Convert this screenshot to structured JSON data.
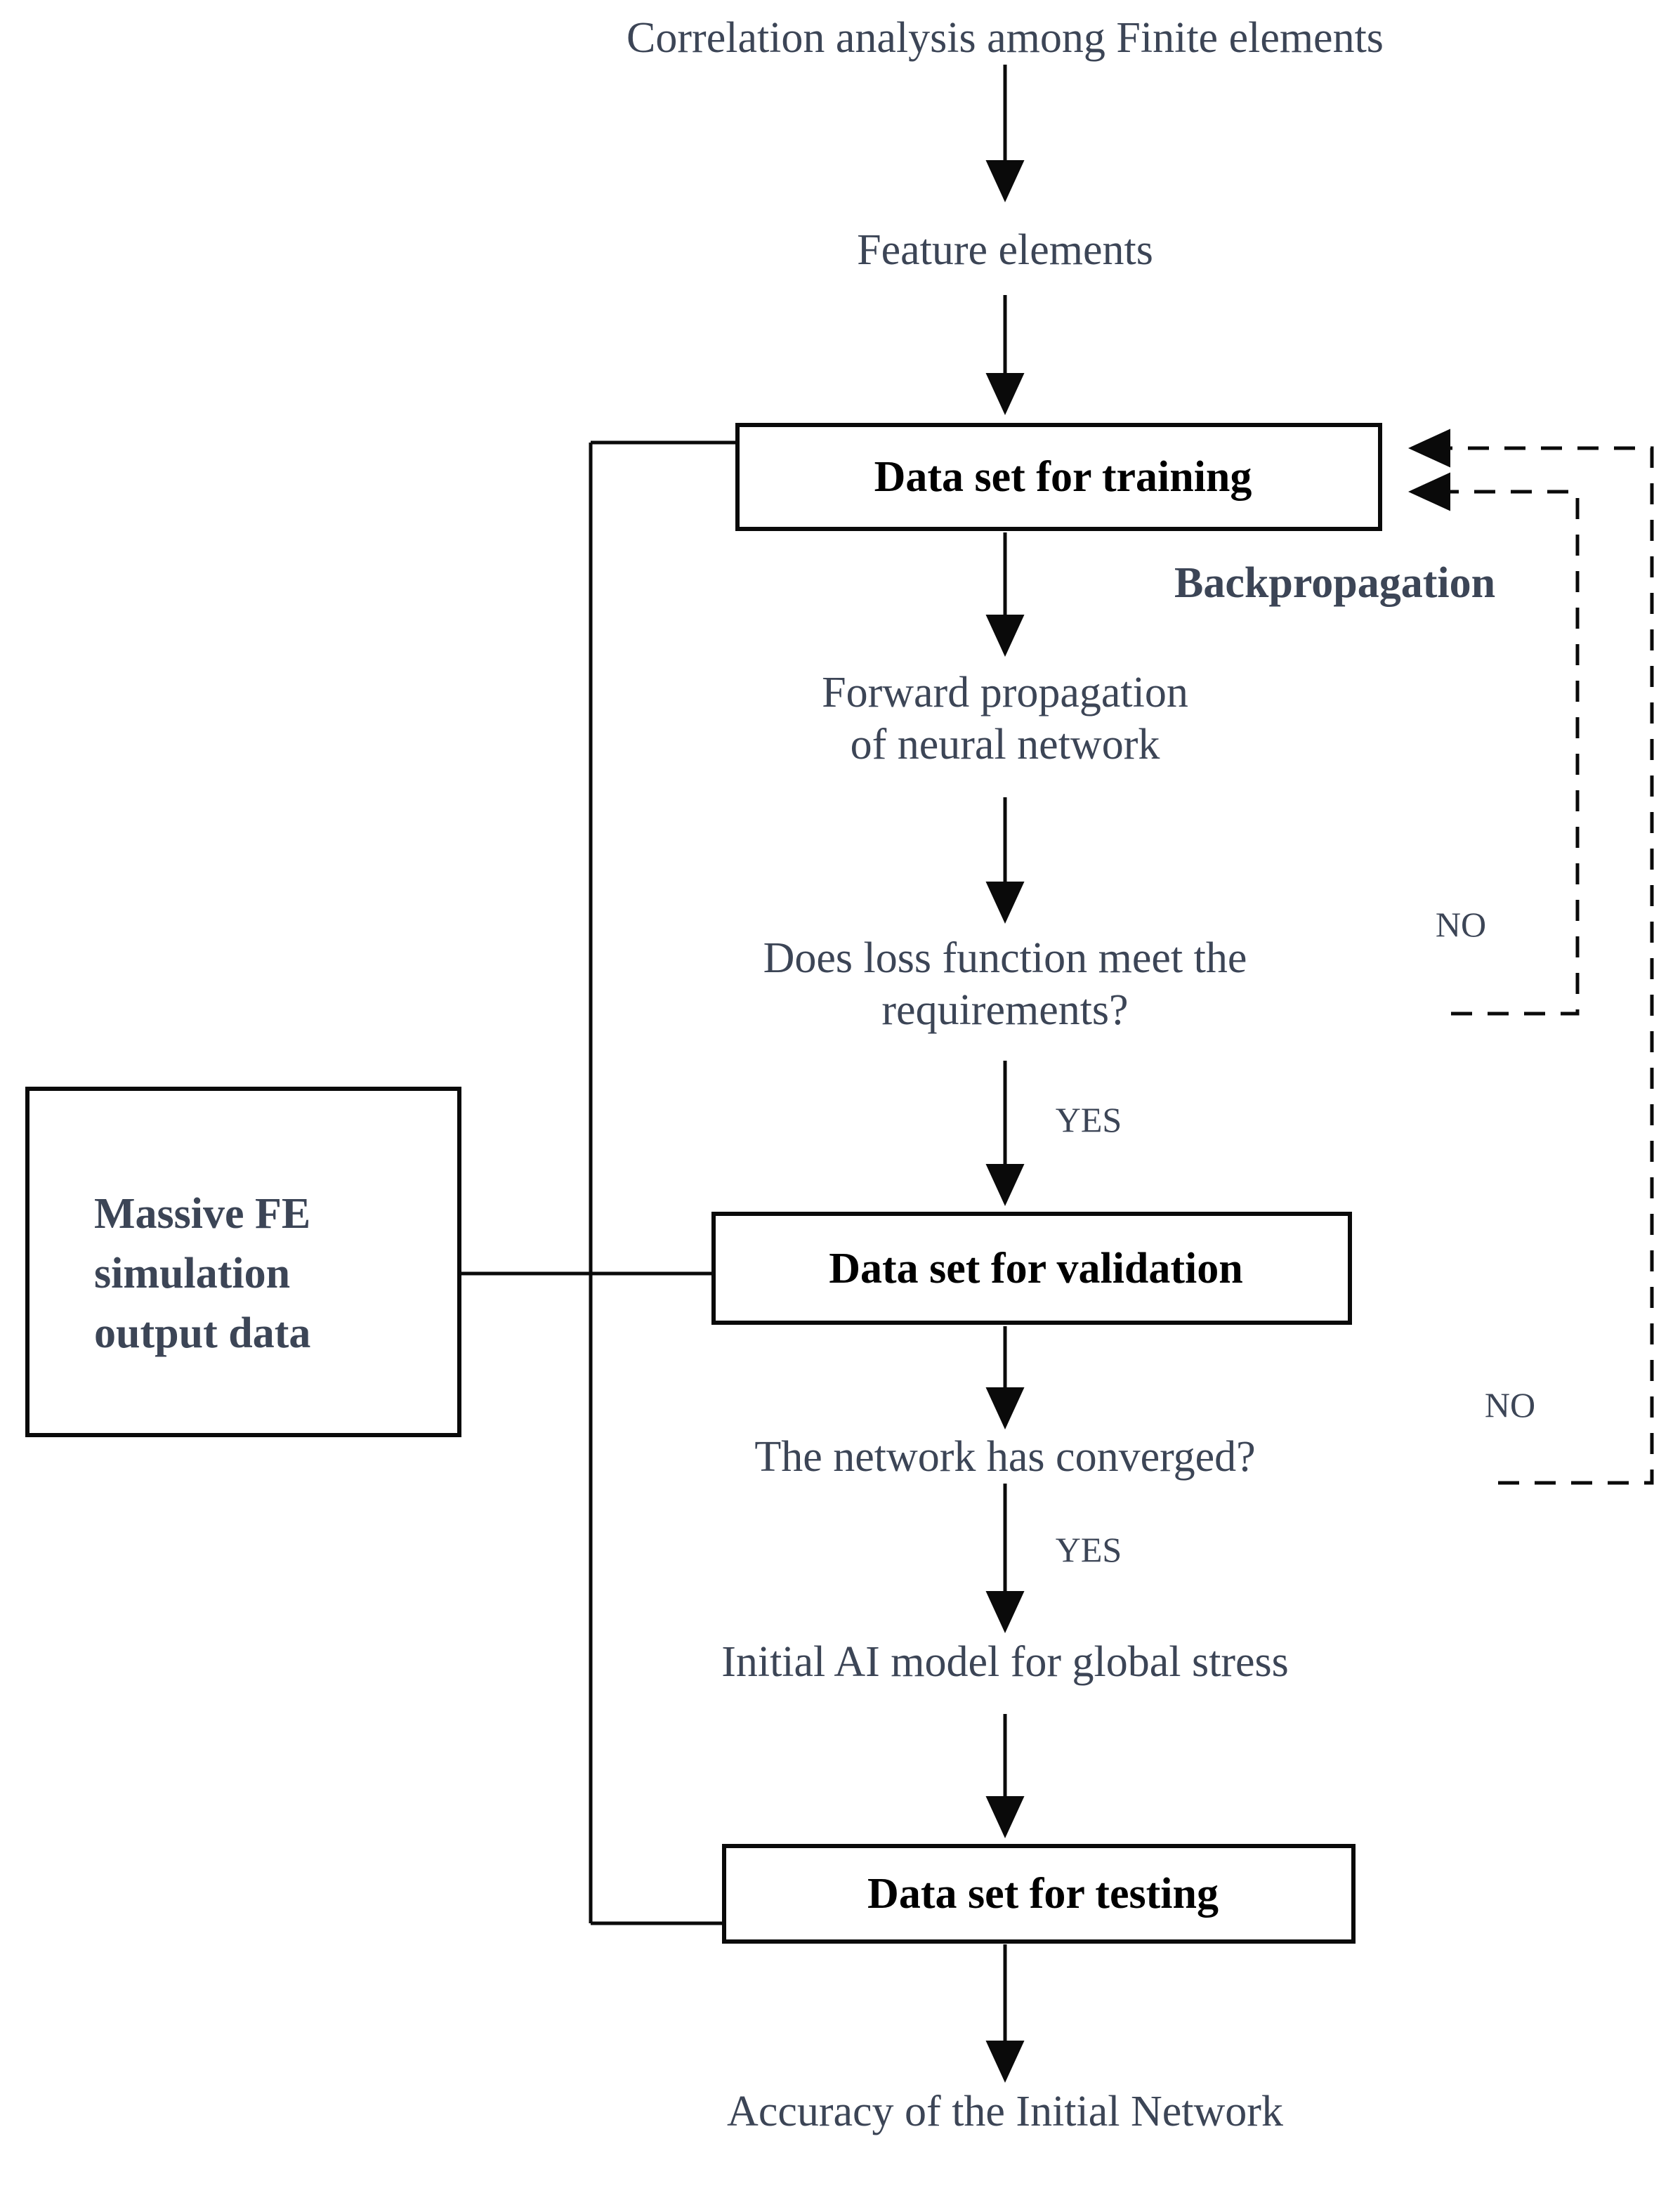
{
  "diagram": {
    "title": "Neural network training flowchart",
    "colors": {
      "text_slate": "#3c4556",
      "box_text": "#000000",
      "line": "#0a0a0a",
      "background": "#ffffff"
    },
    "nodes": {
      "correlation": "Correlation analysis among Finite elements",
      "feature": "Feature elements",
      "training_box": "Data set for training",
      "backprop": "Backpropagation",
      "forward_line1": "Forward propagation",
      "forward_line2": "of neural network",
      "loss_line1": "Does loss function meet the",
      "loss_line2": "requirements?",
      "validation_box": "Data set for validation",
      "converged": "The network has converged?",
      "initial_model": "Initial AI model for global stress",
      "testing_box": "Data set for testing",
      "accuracy": "Accuracy of the Initial Network",
      "massive_line1": "Massive FE",
      "massive_line2": "simulation",
      "massive_line3": "output data"
    },
    "edge_labels": {
      "no_loss": "NO",
      "yes_loss": "YES",
      "no_converged": "NO",
      "yes_converged": "YES"
    }
  }
}
